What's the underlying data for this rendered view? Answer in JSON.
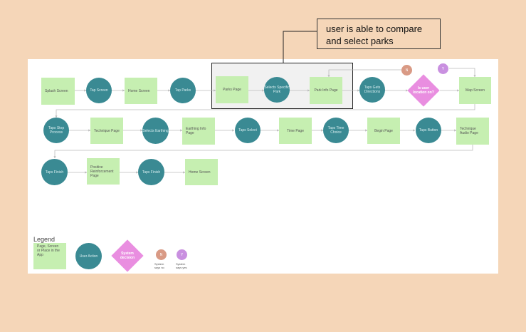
{
  "callout": {
    "line1": "user is able to compare",
    "line2": "and select parks"
  },
  "row1": {
    "splash": "Splash Screen",
    "tap_screen": "Tap Screen",
    "home1": "Home Screen",
    "tap_parks": "Tap Parks",
    "parks_page": "Parks Page",
    "selects_park": "Selects Specific Park",
    "park_info": "Park Info Page",
    "tap_directions": "Taps Gets Directions",
    "decision": "Is user location on?",
    "map": "Map Screen"
  },
  "row2": {
    "tap_stop": "Taps Stop Process",
    "technique": "Technique Page",
    "selects_earthing": "Selects Earthing",
    "earthing_info": "Earthing Info Page",
    "tap_select": "Taps Select",
    "time": "Time Page",
    "time_choice": "Taps Time Choice",
    "begin": "Begin Page",
    "tap_button": "Taps Button",
    "audio": "Technique Audio Page"
  },
  "row3": {
    "tap_finish1": "Taps Finish",
    "positive": "Positive Reinforcement Page",
    "tap_finish2": "Taps Finish",
    "home2": "Home Screen"
  },
  "badges": {
    "no": "N",
    "yes": "Y"
  },
  "legend": {
    "title": "Legend",
    "page": "Page, Screen or Place in the App",
    "action": "User Action",
    "decision": "System decision",
    "no_badge": "N",
    "no_label": "System says no",
    "yes_badge": "Y",
    "yes_label": "System says yes"
  },
  "colors": {
    "page": "#c6efb1",
    "action": "#3a8a93",
    "decision": "#e98ee0",
    "no": "#d99a85",
    "yes": "#c990e0",
    "background": "#f5d6b8"
  }
}
